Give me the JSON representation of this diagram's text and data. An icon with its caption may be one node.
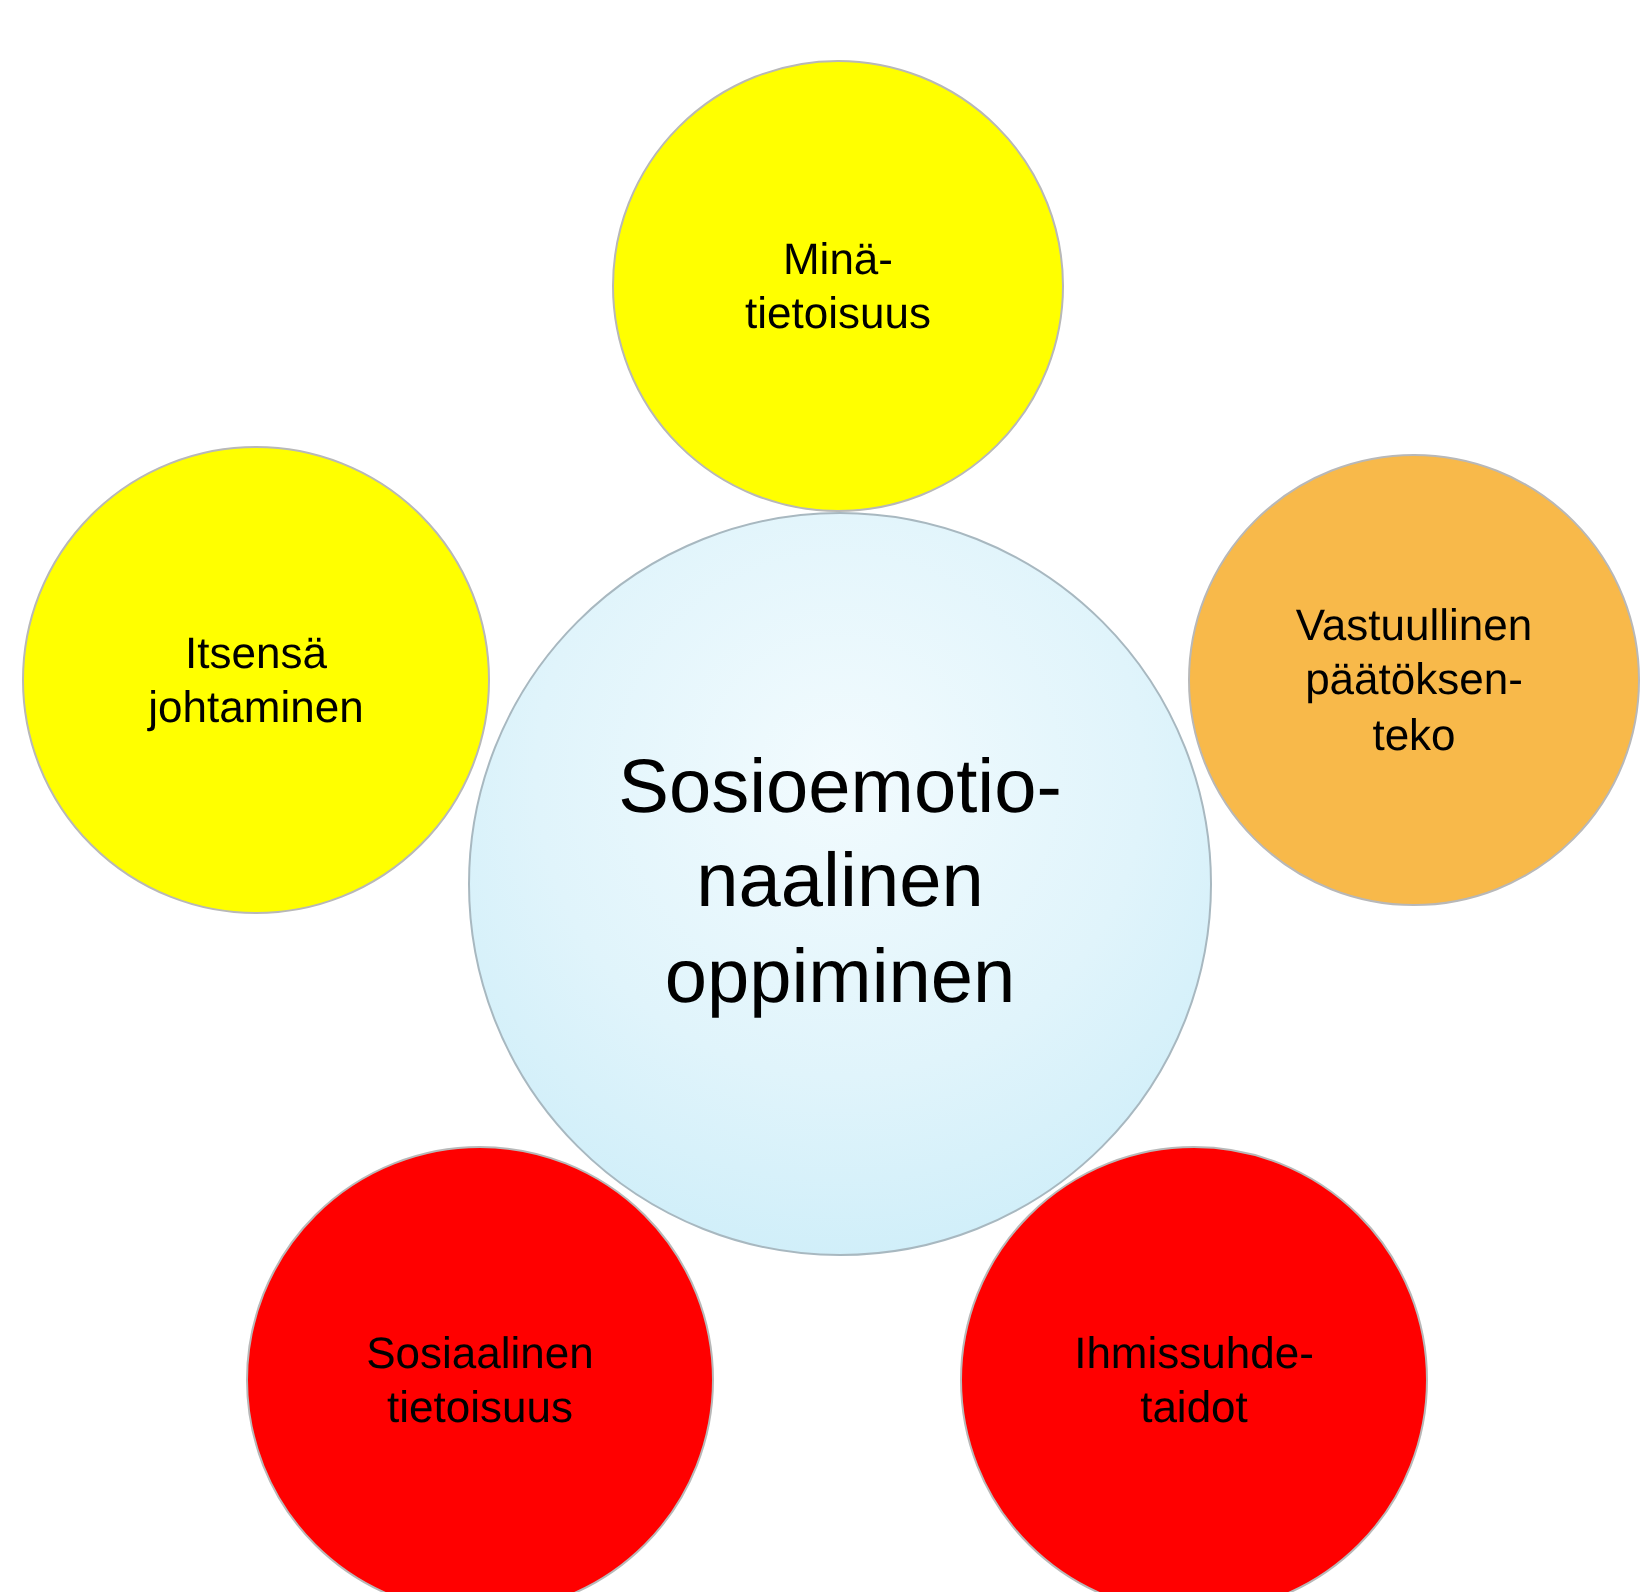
{
  "diagram": {
    "nodes": [
      {
        "text": [
          "Minä-tietoisuus"
        ]
      },
      {
        "text": [
          "Itsensä johtaminen"
        ]
      },
      {
        "text": [
          "Vastuullinen päätöksen-teko"
        ]
      },
      {
        "text": [
          "Sosioemotio-naalinen oppiminen"
        ]
      },
      {
        "text": [
          "Sosiaalinen tietoisuus"
        ]
      },
      {
        "text": [
          "Ihmissuhde-taidot"
        ]
      }
    ],
    "edges": []
  }
}
